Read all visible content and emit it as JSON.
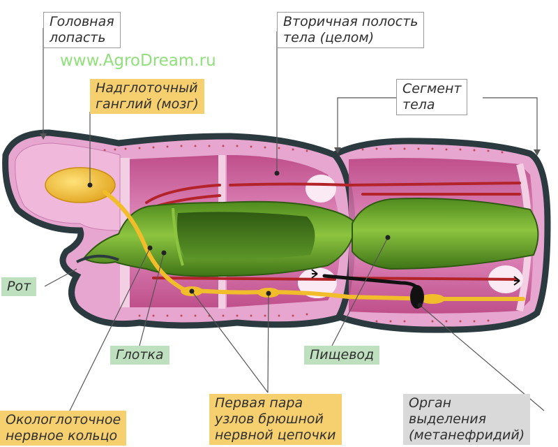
{
  "watermark": "www.AgroDream.ru",
  "labels": {
    "head_lobe": [
      "Головная",
      "лопасть"
    ],
    "coelom": [
      "Вторичная полость",
      "тела (целом)"
    ],
    "ganglion": [
      "Надглоточный",
      "ганглий (мозг)"
    ],
    "segment": [
      "Сегмент",
      "тела"
    ],
    "mouth": "Рот",
    "pharynx": "Глотка",
    "esophagus": "Пищевод",
    "ring": [
      "Окологлоточное",
      "нервное кольцо"
    ],
    "chain": [
      "Первая пара",
      "узлов брюшной",
      "нервной цепочки"
    ],
    "nephridium": [
      "Орган",
      "выделения",
      "(метанефридий)"
    ]
  },
  "colors": {
    "cuticle": "#2b3a3f",
    "body_wall": "#e7a6cf",
    "cavity": "#c24f95",
    "gut": "#6aa52c",
    "nerve": "#f2bd2b",
    "vessel": "#b3232a",
    "label_yellow": "#f6cf6e",
    "label_green": "#bfe0bf",
    "label_grey": "#d9d9d9"
  }
}
